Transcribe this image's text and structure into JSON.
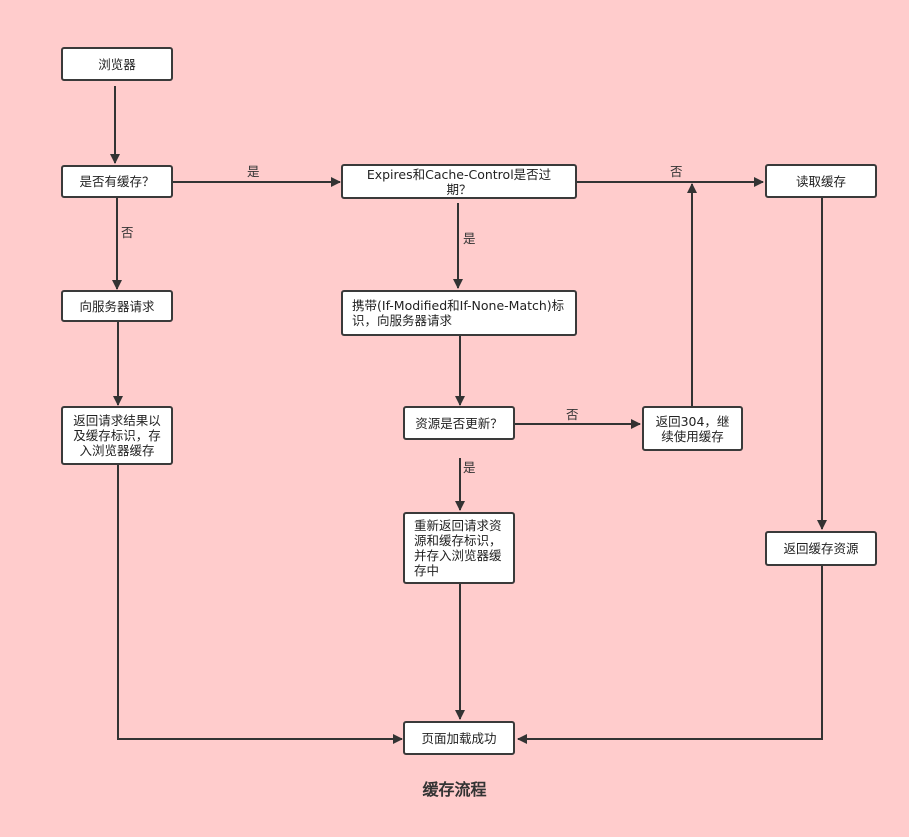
{
  "nodes": {
    "browser": "浏览器",
    "has_cache": "是否有缓存？",
    "expires_check": "Expires和Cache-Control是否过期？",
    "read_cache": "读取缓存",
    "request_server": "向服务器请求",
    "carry_headers": "携带(If-Modified和If-None-Match)标识，向服务器请求",
    "return_result": "返回请求结果以及缓存标识，存入浏览器缓存",
    "resource_updated": "资源是否更新？",
    "return_304": "返回304，继续使用缓存",
    "return_new": "重新返回请求资源和缓存标识，并存入浏览器缓存中",
    "return_cache": "返回缓存资源",
    "page_loaded": "页面加载成功"
  },
  "edge_labels": {
    "has_cache_yes": "是",
    "has_cache_no": "否",
    "expires_no": "否",
    "expires_yes": "是",
    "updated_no": "否",
    "updated_yes": "是"
  },
  "title": "缓存流程"
}
